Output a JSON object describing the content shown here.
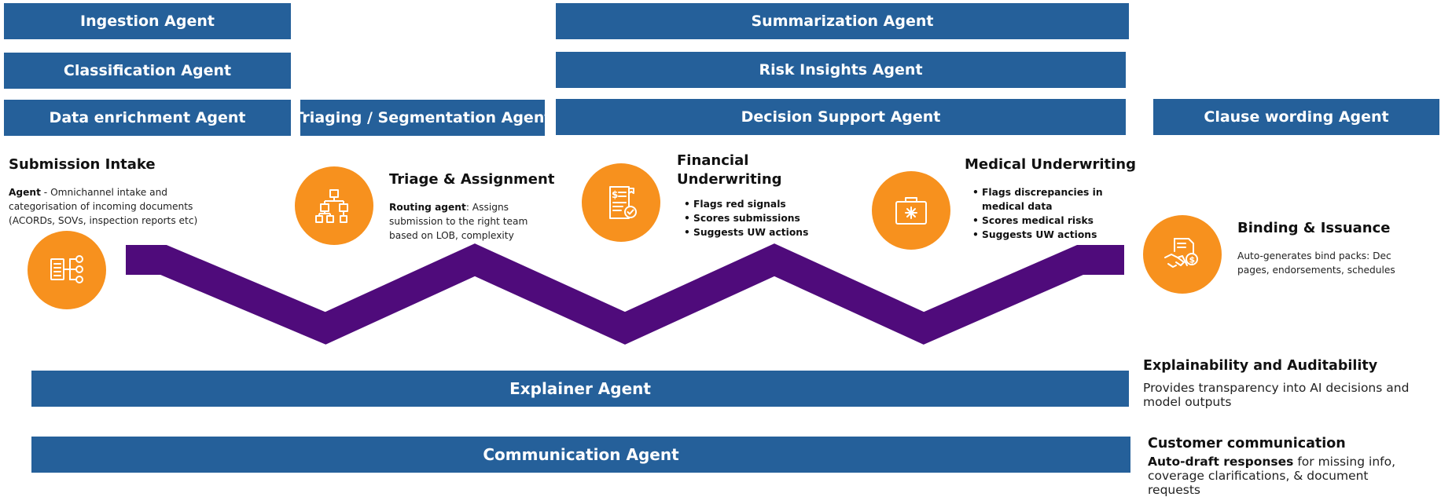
{
  "colors": {
    "bar": "#25609a",
    "circle": "#f7911e",
    "zigzag": "#4f0b7b"
  },
  "agents": {
    "ingestion": "Ingestion Agent",
    "classification": "Classification Agent",
    "data_enrichment": "Data enrichment Agent",
    "triaging": "Triaging / Segmentation Agent",
    "summarization": "Summarization Agent",
    "risk_insights": "Risk Insights Agent",
    "decision_support": "Decision Support Agent",
    "clause_wording": "Clause wording Agent",
    "explainer": "Explainer Agent",
    "communication": "Communication Agent"
  },
  "stages": {
    "intake": {
      "title": "Submission Intake",
      "agent_label": "Agent",
      "desc": " - Omnichannel intake and categorisation of incoming documents (ACORDs, SOVs, inspection reports etc)",
      "icon": "document-flow-icon"
    },
    "triage": {
      "title": "Triage & Assignment",
      "agent_label": "Routing agent",
      "desc": ": Assigns submission to the right team based on LOB, complexity",
      "icon": "hierarchy-icon"
    },
    "financial": {
      "title_line1": "Financial",
      "title_line2": "Underwriting",
      "bullets": [
        "Flags red signals",
        "Scores  submissions",
        "Suggests UW actions"
      ],
      "icon": "invoice-check-icon"
    },
    "medical": {
      "title": "Medical Underwriting",
      "bullets": [
        "Flags discrepancies in medical data",
        "Scores medical risks",
        "Suggests UW actions"
      ],
      "icon": "medical-kit-icon"
    },
    "binding": {
      "title": "Binding & Issuance",
      "desc": "Auto-generates bind packs: Dec pages, endorsements, schedules",
      "icon": "handshake-document-icon"
    }
  },
  "side": {
    "explain_title": "Explainability and Auditability",
    "explain_desc": "Provides transparency into AI decisions and model outputs",
    "comm_title": "Customer communication",
    "comm_bold": "Auto-draft responses",
    "comm_desc": " for missing info, coverage clarifications, & document requests"
  }
}
